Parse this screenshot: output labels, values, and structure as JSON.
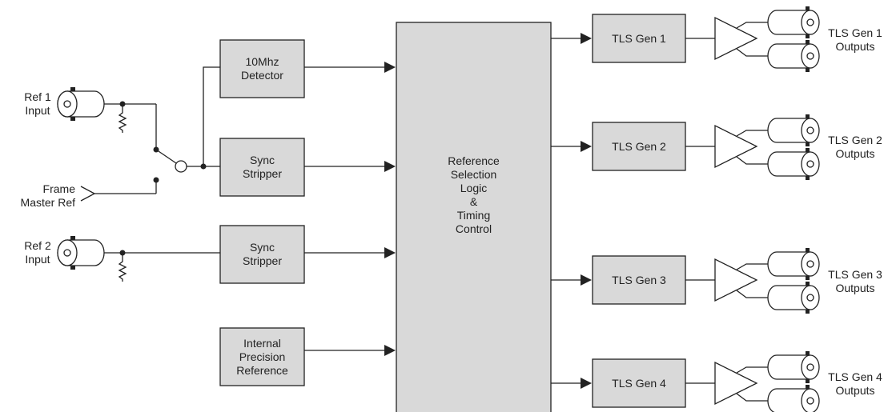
{
  "inputs": {
    "ref1": "Ref 1\nInput",
    "frame_master": "Frame\nMaster Ref",
    "ref2": "Ref 2\nInput"
  },
  "blocks": {
    "detector": "10Mhz\nDetector",
    "sync_stripper_1": "Sync\nStripper",
    "sync_stripper_2": "Sync\nStripper",
    "internal_ref": "Internal\nPrecision\nReference",
    "central": "Reference\nSelection\nLogic\n&\nTiming\nControl"
  },
  "generators": [
    {
      "name": "TLS Gen 1",
      "outputs": "TLS Gen 1\nOutputs"
    },
    {
      "name": "TLS Gen 2",
      "outputs": "TLS Gen 2\nOutputs"
    },
    {
      "name": "TLS Gen 3",
      "outputs": "TLS Gen 3\nOutputs"
    },
    {
      "name": "TLS Gen 4",
      "outputs": "TLS Gen 4\nOutputs"
    }
  ]
}
